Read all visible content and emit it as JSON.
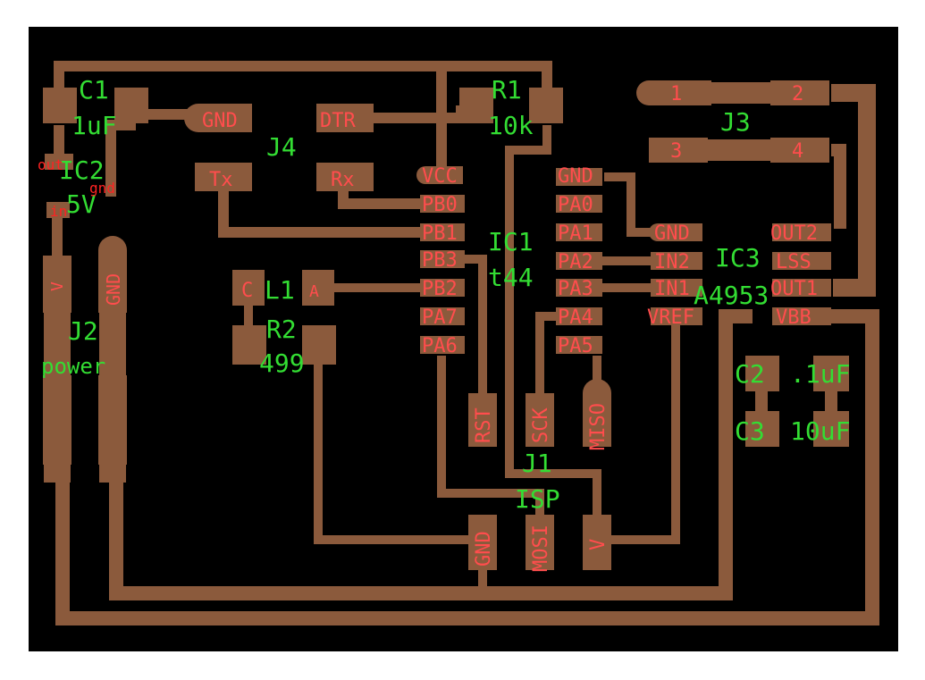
{
  "colors": {
    "background": "#000000",
    "copper": "#8b5a3c",
    "pad_text": "#ff4d4d",
    "component_text": "#33dd33"
  },
  "components": {
    "c1": {
      "name": "C1",
      "value": "1uF"
    },
    "r1": {
      "name": "R1",
      "value": "10k"
    },
    "j3": {
      "name": "J3"
    },
    "j4": {
      "name": "J4"
    },
    "ic2": {
      "name": "IC2",
      "value": "5V",
      "out": "out",
      "gnd": "gnd",
      "in": "in"
    },
    "ic1": {
      "name": "IC1",
      "value": "t44"
    },
    "ic3": {
      "name": "IC3",
      "value": "A4953"
    },
    "l1": {
      "name": "L1"
    },
    "r2": {
      "name": "R2",
      "value": "499"
    },
    "j2": {
      "name": "J2",
      "value": "power"
    },
    "c2": {
      "name": "C2",
      "value": ".1uF"
    },
    "c3": {
      "name": "C3",
      "value": "10uF"
    },
    "j1": {
      "name": "J1",
      "value": "ISP"
    }
  },
  "pads": {
    "gnd_c1": "GND",
    "dtr": "DTR",
    "tx": "Tx",
    "rx": "Rx",
    "j3_1": "1",
    "j3_2": "2",
    "j3_3": "3",
    "j3_4": "4",
    "ic1_left": [
      "VCC",
      "PB0",
      "PB1",
      "PB3",
      "PB2",
      "PA7",
      "PA6"
    ],
    "ic1_right": [
      "GND",
      "PA0",
      "PA1",
      "PA2",
      "PA3",
      "PA4",
      "PA5"
    ],
    "ic3_left": [
      "GND",
      "IN2",
      "IN1",
      "VREF"
    ],
    "ic3_right": [
      "OUT2",
      "LSS",
      "OUT1",
      "VBB"
    ],
    "l1_c": "C",
    "l1_a": "A",
    "j2_v": "V",
    "j2_gnd": "GND",
    "rst": "RST",
    "sck": "SCK",
    "miso": "MISO",
    "gnd_isp": "GND",
    "mosi": "MOSI",
    "v_isp": "V"
  }
}
